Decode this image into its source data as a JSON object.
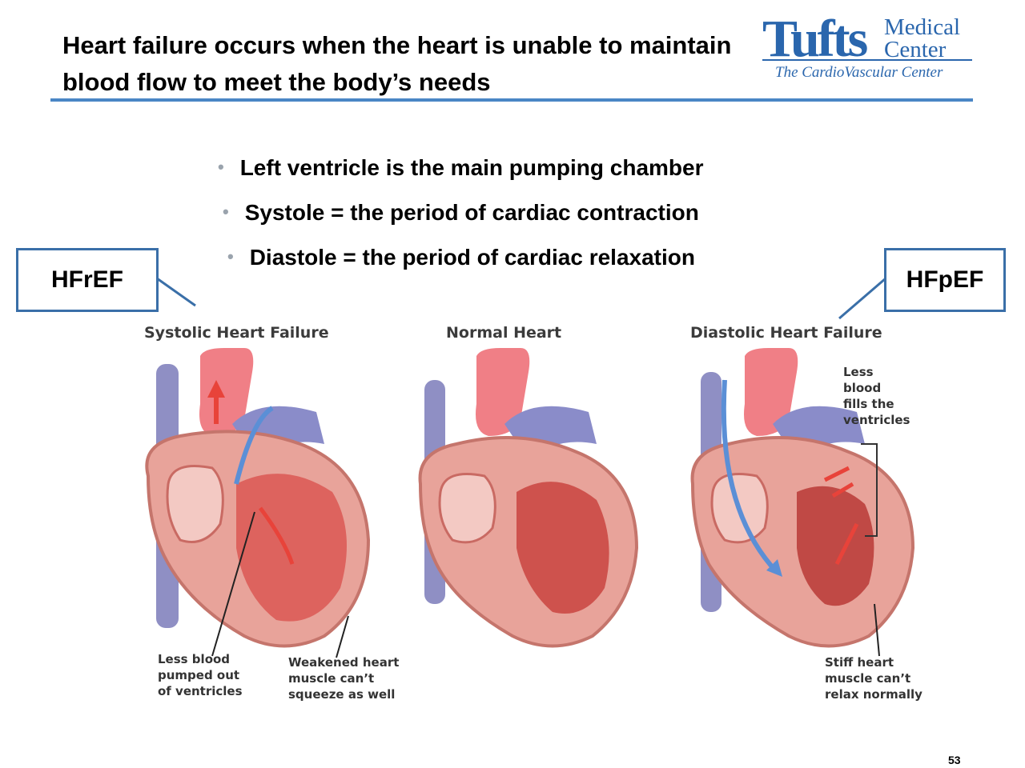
{
  "slide": {
    "title": "Heart failure occurs when the heart is unable to maintain blood flow to meet the body’s needs",
    "page_number": "53"
  },
  "logo": {
    "wordmark": "Tufts",
    "line1": "Medical",
    "line2": "Center",
    "subtitle": "The CardioVascular Center"
  },
  "bullets": [
    "Left ventricle is the main pumping chamber",
    "Systole = the period of cardiac contraction",
    "Diastole = the period of cardiac relaxation"
  ],
  "callouts": {
    "left": "HFrEF",
    "right": "HFpEF"
  },
  "figures": [
    {
      "label": "Systolic Heart Failure",
      "annotations": [
        "Less blood\npumped out\nof ventricles",
        "Weakened heart\nmuscle can’t\nsqueeze as well"
      ]
    },
    {
      "label": "Normal Heart",
      "annotations": []
    },
    {
      "label": "Diastolic Heart Failure",
      "annotations": [
        "Less\nblood\nfills the\nventricles",
        "Stiff heart\nmuscle can’t\nrelax normally"
      ]
    }
  ],
  "colors": {
    "accent_blue": "#4a86c5",
    "logo_blue": "#2a66ad",
    "callout_border": "#3a6fa8",
    "flow_red": "#e8433a",
    "flow_blue": "#5b8fd6"
  }
}
